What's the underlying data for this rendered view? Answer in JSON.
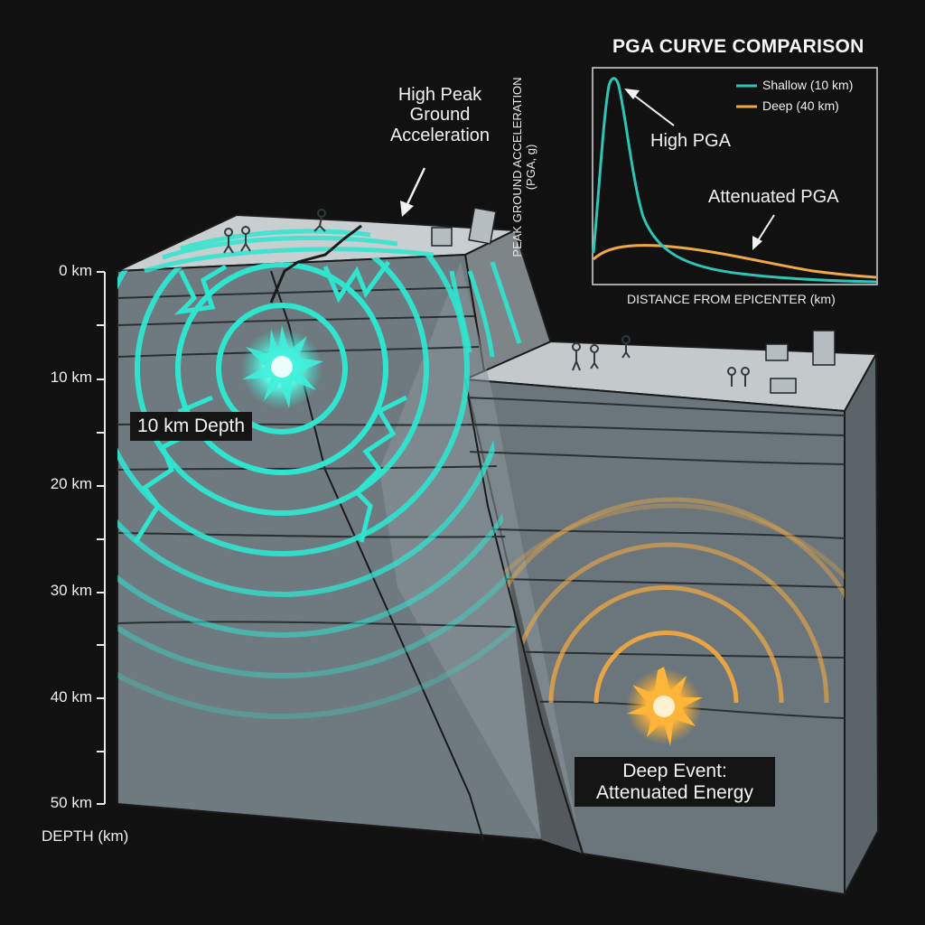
{
  "diagram": {
    "depth_axis": {
      "title": "DEPTH (km)",
      "ticks": [
        "0 km",
        "10 km",
        "20 km",
        "30 km",
        "40 km",
        "50 km"
      ]
    },
    "shallow_event": {
      "label": "10 km Depth",
      "color": "#2ee6d0"
    },
    "deep_event": {
      "label_line1": "Deep Event:",
      "label_line2": "Attenuated Energy",
      "color": "#f5a623"
    },
    "surface_callout": {
      "line1": "High Peak",
      "line2": "Ground",
      "line3": "Acceleration"
    }
  },
  "chart_data": {
    "type": "line",
    "title": "PGA CURVE COMPARISON",
    "xlabel": "DISTANCE FROM EPICENTER (km)",
    "ylabel": "PEAK GROUND ACCELERATION (PGA, g)",
    "ylabel_line1": "PEAK GROUND ACCELERATION",
    "ylabel_line2": "(PGA, g)",
    "legend_position": "top-right",
    "grid": false,
    "x": [
      0,
      1,
      2,
      3,
      4,
      5,
      6,
      7,
      8,
      9,
      10
    ],
    "series": [
      {
        "name": "Shallow (10 km)",
        "color": "#2ec4b6",
        "values": [
          0.08,
          1.0,
          0.55,
          0.25,
          0.13,
          0.08,
          0.05,
          0.035,
          0.025,
          0.02,
          0.015
        ]
      },
      {
        "name": "Deep (40 km)",
        "color": "#f0a842",
        "values": [
          0.12,
          0.17,
          0.17,
          0.15,
          0.13,
          0.11,
          0.09,
          0.075,
          0.06,
          0.05,
          0.04
        ]
      }
    ],
    "annotations": [
      "High PGA",
      "Attenuated PGA"
    ]
  }
}
